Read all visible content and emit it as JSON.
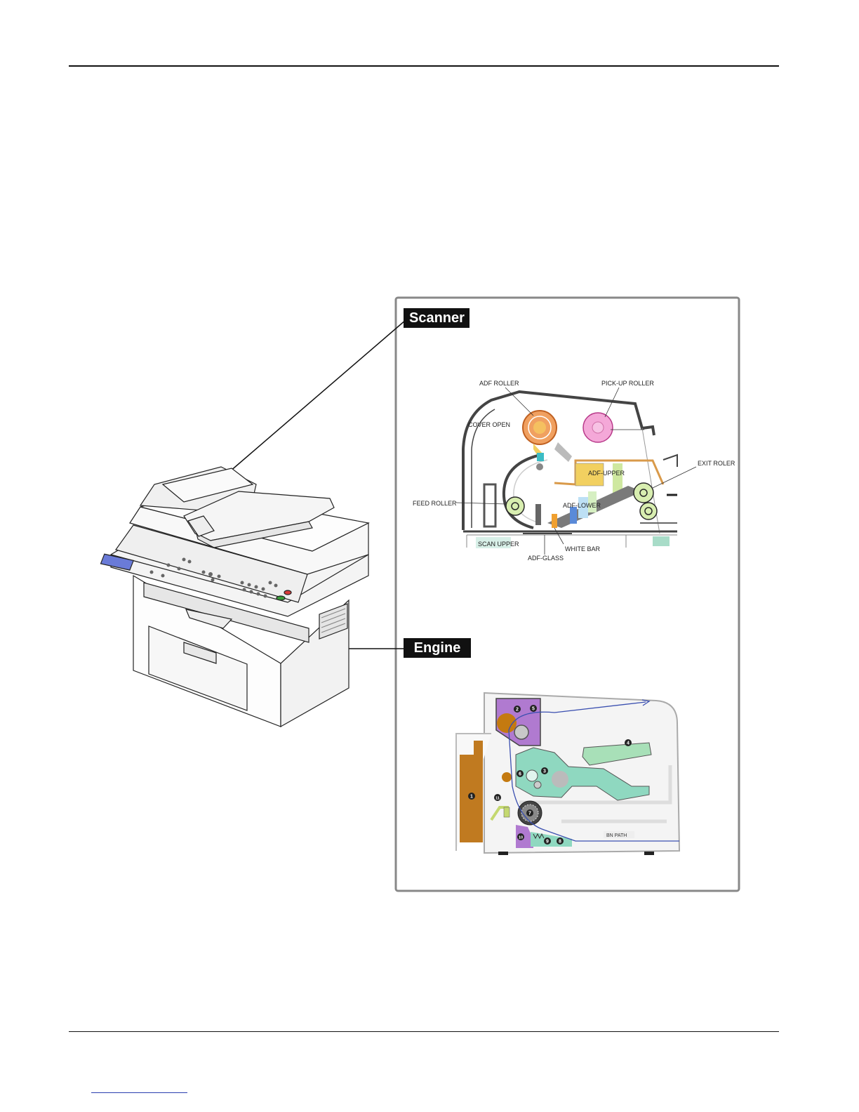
{
  "callouts": {
    "scanner": "Scanner",
    "engine": "Engine"
  },
  "scanner_labels": {
    "adf_roller": "ADF ROLLER",
    "pick_up_roller": "PICK-UP ROLLER",
    "cover_open": "COVER OPEN",
    "exit_roller": "EXIT ROLER",
    "adf_upper": "ADF-UPPER",
    "feed_roller": "FEED ROLLER",
    "adf_lower": "ADF-LOWER",
    "scan_upper": "SCAN UPPER",
    "white_bar": "WHITE BAR",
    "adf_glass": "ADF-GLASS"
  },
  "engine_labels": {
    "bn_path": "BN PATH",
    "part_numbers": [
      "1",
      "2",
      "3",
      "4",
      "5",
      "6",
      "7",
      "8",
      "9",
      "10",
      "11"
    ]
  },
  "colors": {
    "frame": "#888888",
    "tag_bg": "#111111",
    "adf_roller": "#f0a060",
    "pickup_roller": "#f4a8d8",
    "feed_roller": "#d8eeb0",
    "fuser": "#b07ad0",
    "cartridge": "#8fd8c0",
    "paper_cassette": "#c07a20",
    "laser_unit": "#a8e0b8",
    "paper_path": "#3a4fb0"
  }
}
